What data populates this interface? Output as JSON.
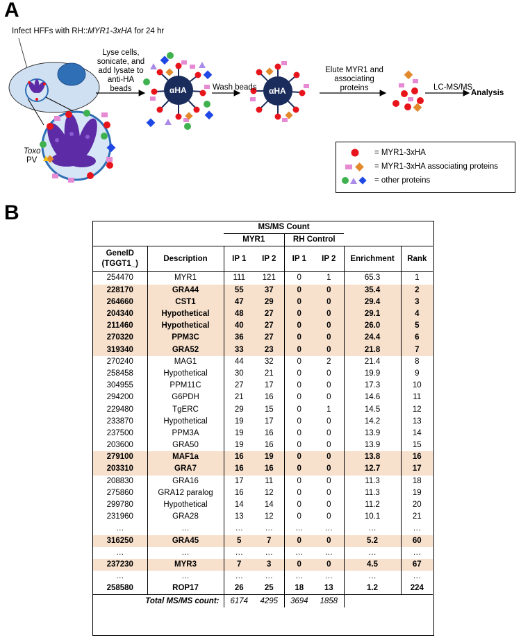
{
  "panel_a": {
    "label": "A",
    "infect_text_prefix": "Infect HFFs with RH::",
    "infect_text_italic": "MYR1-3xHA",
    "infect_text_suffix": " for 24 hr",
    "lyse_lines": [
      "Lyse cells,",
      "sonicate, and",
      "add lysate to",
      "anti-HA beads"
    ],
    "wash_label": "Wash beads",
    "elute_lines": [
      "Elute MYR1 and",
      "associating",
      "proteins"
    ],
    "lcms_label": "LC-MS/MS",
    "analysis_label": "Analysis",
    "bead_label": "αHA",
    "toxo_label": "Toxo",
    "pv_label": "PV",
    "legend": [
      {
        "text": "= MYR1-3xHA"
      },
      {
        "text": "= MYR1-3xHA associating proteins"
      },
      {
        "text": "= other proteins"
      }
    ],
    "colors": {
      "myr1": "#e8141b",
      "assoc_pink": "#e68ad3",
      "assoc_orange": "#e1892b",
      "other_green": "#3fb24f",
      "other_purple": "#a98be8",
      "other_blue": "#1f47e6",
      "bead": "#1a2c5b",
      "cell": "#cfe0f3",
      "nucleus": "#2f6fb6",
      "vacuole": "#5d2ba5"
    }
  },
  "panel_b": {
    "label": "B",
    "header_group": "MS/MS Count",
    "sub_myr1": "MYR1",
    "sub_rh": "RH Control",
    "columns": [
      "GeneID (TGGT1_)",
      "Description",
      "IP 1",
      "IP 2",
      "IP 1",
      "IP 2",
      "Enrichment",
      "Rank"
    ],
    "col_geneid_line1": "GeneID",
    "col_geneid_line2": "(TGGT1_)",
    "rows": [
      {
        "c": [
          "254470",
          "MYR1",
          "111",
          "121",
          "0",
          "1",
          "65.3",
          "1"
        ],
        "hl": false
      },
      {
        "c": [
          "228170",
          "GRA44",
          "55",
          "37",
          "0",
          "0",
          "35.4",
          "2"
        ],
        "hl": true
      },
      {
        "c": [
          "264660",
          "CST1",
          "47",
          "29",
          "0",
          "0",
          "29.4",
          "3"
        ],
        "hl": true
      },
      {
        "c": [
          "204340",
          "Hypothetical",
          "48",
          "27",
          "0",
          "0",
          "29.1",
          "4"
        ],
        "hl": true
      },
      {
        "c": [
          "211460",
          "Hypothetical",
          "40",
          "27",
          "0",
          "0",
          "26.0",
          "5"
        ],
        "hl": true
      },
      {
        "c": [
          "270320",
          "PPM3C",
          "36",
          "27",
          "0",
          "0",
          "24.4",
          "6"
        ],
        "hl": true
      },
      {
        "c": [
          "319340",
          "GRA52",
          "33",
          "23",
          "0",
          "0",
          "21.8",
          "7"
        ],
        "hl": true
      },
      {
        "c": [
          "270240",
          "MAG1",
          "44",
          "32",
          "0",
          "2",
          "21.4",
          "8"
        ],
        "hl": false
      },
      {
        "c": [
          "258458",
          "Hypothetical",
          "30",
          "21",
          "0",
          "0",
          "19.9",
          "9"
        ],
        "hl": false
      },
      {
        "c": [
          "304955",
          "PPM11C",
          "27",
          "17",
          "0",
          "0",
          "17.3",
          "10"
        ],
        "hl": false
      },
      {
        "c": [
          "294200",
          "G6PDH",
          "21",
          "16",
          "0",
          "0",
          "14.6",
          "11"
        ],
        "hl": false
      },
      {
        "c": [
          "229480",
          "TgERC",
          "29",
          "15",
          "0",
          "1",
          "14.5",
          "12"
        ],
        "hl": false
      },
      {
        "c": [
          "233870",
          "Hypothetical",
          "19",
          "17",
          "0",
          "0",
          "14.2",
          "13"
        ],
        "hl": false
      },
      {
        "c": [
          "237500",
          "PPM3A",
          "19",
          "16",
          "0",
          "0",
          "13.9",
          "14"
        ],
        "hl": false
      },
      {
        "c": [
          "203600",
          "GRA50",
          "19",
          "16",
          "0",
          "0",
          "13.9",
          "15"
        ],
        "hl": false
      },
      {
        "c": [
          "279100",
          "MAF1a",
          "16",
          "19",
          "0",
          "0",
          "13.8",
          "16"
        ],
        "hl": true
      },
      {
        "c": [
          "203310",
          "GRA7",
          "16",
          "16",
          "0",
          "0",
          "12.7",
          "17"
        ],
        "hl": true
      },
      {
        "c": [
          "208830",
          "GRA16",
          "17",
          "11",
          "0",
          "0",
          "11.3",
          "18"
        ],
        "hl": false
      },
      {
        "c": [
          "275860",
          "GRA12 paralog",
          "16",
          "12",
          "0",
          "0",
          "11.3",
          "19"
        ],
        "hl": false
      },
      {
        "c": [
          "299780",
          "Hypothetical",
          "14",
          "14",
          "0",
          "0",
          "11.2",
          "20"
        ],
        "hl": false
      },
      {
        "c": [
          "231960",
          "GRA28",
          "13",
          "12",
          "0",
          "0",
          "10.1",
          "21"
        ],
        "hl": false
      },
      {
        "c": [
          "…",
          "…",
          "…",
          "…",
          "…",
          "…",
          "…",
          "…"
        ],
        "hl": false
      },
      {
        "c": [
          "316250",
          "GRA45",
          "5",
          "7",
          "0",
          "0",
          "5.2",
          "60"
        ],
        "hl": true
      },
      {
        "c": [
          "…",
          "…",
          "…",
          "…",
          "…",
          "…",
          "…",
          "…"
        ],
        "hl": false
      },
      {
        "c": [
          "237230",
          "MYR3",
          "7",
          "3",
          "0",
          "0",
          "4.5",
          "67"
        ],
        "hl": true
      },
      {
        "c": [
          "…",
          "…",
          "…",
          "…",
          "…",
          "…",
          "…",
          "…"
        ],
        "hl": false
      },
      {
        "c": [
          "258580",
          "ROP17",
          "26",
          "25",
          "18",
          "13",
          "1.2",
          "224"
        ],
        "hl": false,
        "bold": true
      }
    ],
    "total_label": "Total MS/MS count:",
    "totals": [
      "6174",
      "4295",
      "3694",
      "1858"
    ]
  }
}
